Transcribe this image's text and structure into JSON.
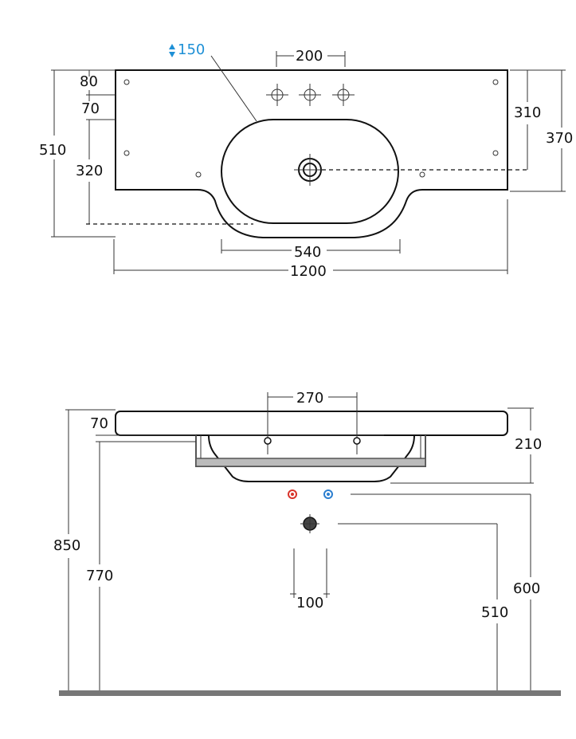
{
  "top_view": {
    "labels": {
      "depth_adjust": "150",
      "tap_spacing": "200",
      "offset_80": "80",
      "offset_70": "70",
      "total_depth": "510",
      "drain_depth": "320",
      "right_310": "310",
      "right_370": "370",
      "bowl_width": "540",
      "total_width": "1200"
    }
  },
  "side_view": {
    "labels": {
      "bracket_spacing": "270",
      "top_thickness": "70",
      "bowl_height": "210",
      "total_height": "850",
      "bracket_height": "770",
      "supply_height": "600",
      "drain_height": "510",
      "supply_spacing": "100"
    }
  },
  "colors": {
    "outline": "#111111",
    "floor": "#777777",
    "accent_blue": "#1e90d6",
    "hot_red": "#d9342b",
    "cold_blue": "#2c7fd0"
  }
}
